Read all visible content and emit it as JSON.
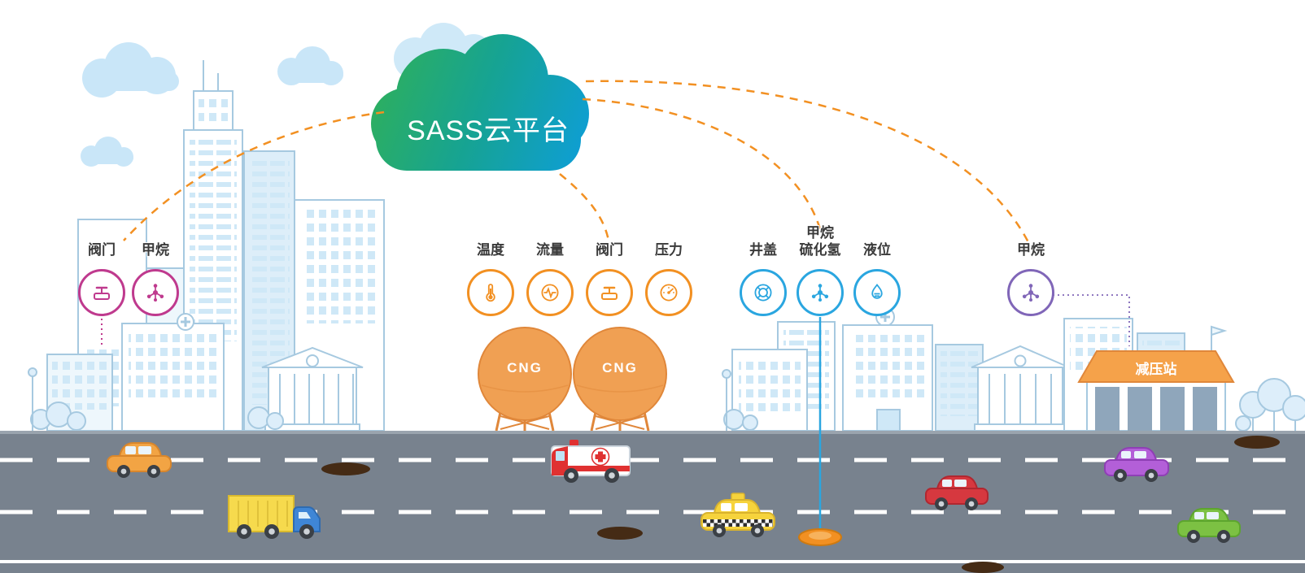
{
  "cloud": {
    "label": "SASS云平台"
  },
  "groups": {
    "city": {
      "accent_color": "#bf3a8e",
      "sensors": [
        {
          "label": "阀门",
          "icon": "valve-icon"
        },
        {
          "label": "甲烷",
          "icon": "methane-molecule-icon"
        }
      ]
    },
    "cng": {
      "accent_color": "#f29022",
      "sensors": [
        {
          "label": "温度",
          "icon": "thermometer-icon"
        },
        {
          "label": "流量",
          "icon": "flow-meter-icon"
        },
        {
          "label": "阀门",
          "icon": "valve-icon"
        },
        {
          "label": "压力",
          "icon": "pressure-gauge-icon"
        }
      ]
    },
    "manhole": {
      "accent_color": "#2aa6e0",
      "sensors": [
        {
          "label": "井盖",
          "icon": "manhole-cover-icon"
        },
        {
          "label_top": "甲烷",
          "label": "硫化氢",
          "icon": "methane-molecule-icon"
        },
        {
          "label": "液位",
          "icon": "liquid-level-icon"
        }
      ]
    },
    "station": {
      "accent_color": "#8066b8",
      "sensors": [
        {
          "label": "甲烷",
          "icon": "methane-molecule-icon"
        }
      ]
    }
  },
  "tanks": {
    "tank1_label": "CNG",
    "tank2_label": "CNG"
  },
  "station_building": {
    "sign": "减压站"
  },
  "palette": {
    "connection_dash": "#f29022",
    "cloud_gradient_start": "#2fb05a",
    "cloud_gradient_end": "#0e9ed6",
    "road": "#78828e",
    "skyline_outline": "#a6c9e0"
  }
}
